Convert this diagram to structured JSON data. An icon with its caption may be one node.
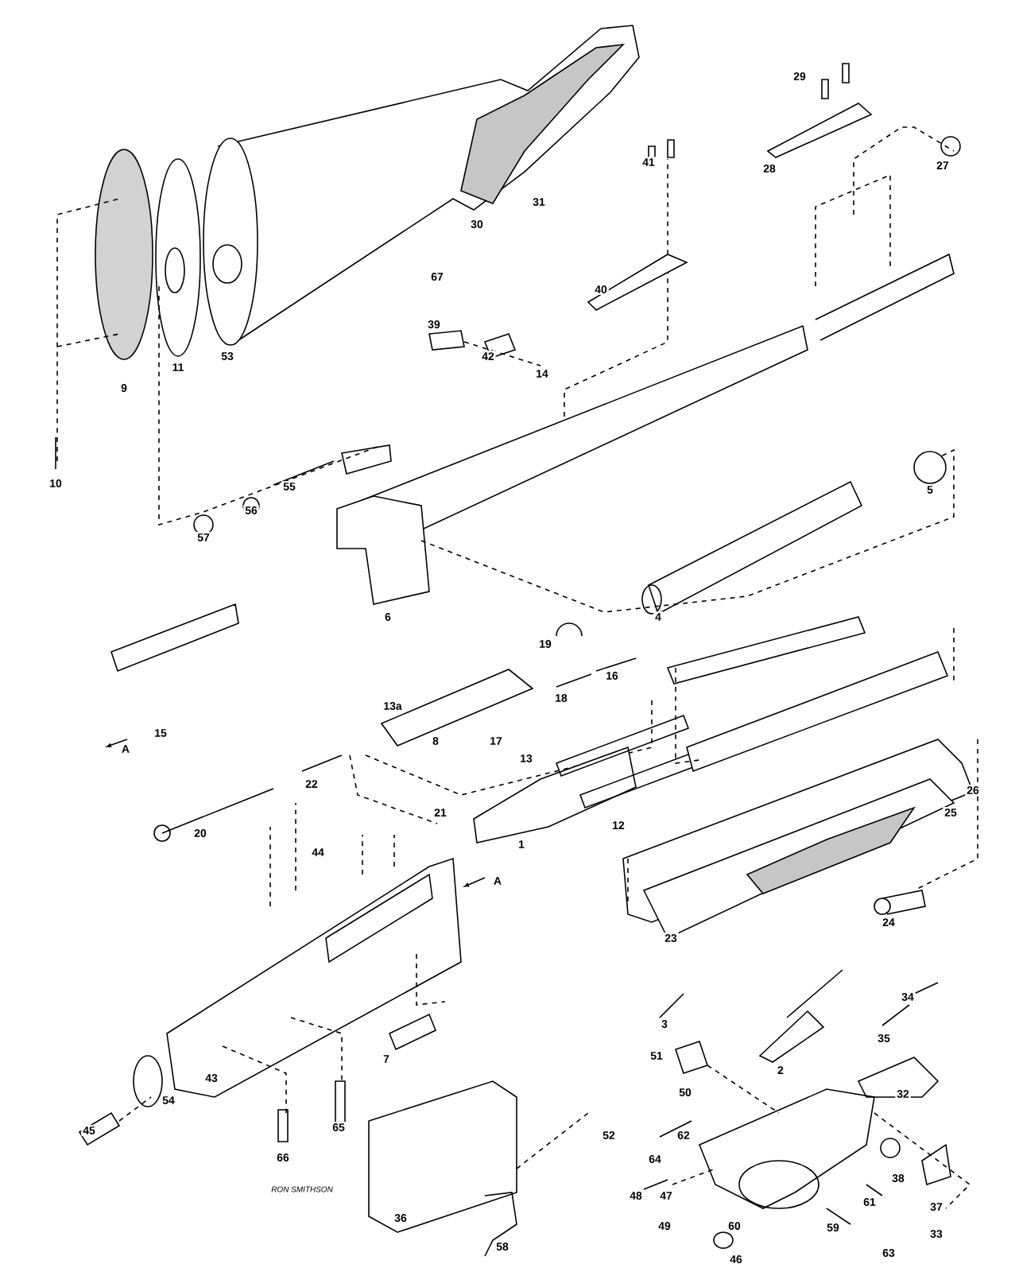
{
  "diagram": {
    "labels": [
      "29",
      "27",
      "28",
      "41",
      "31",
      "30",
      "40",
      "67",
      "39",
      "42",
      "14",
      "11",
      "53",
      "9",
      "10",
      "55",
      "56",
      "57",
      "5",
      "6",
      "4",
      "19",
      "16",
      "13a",
      "18",
      "8",
      "17",
      "13",
      "15",
      "A",
      "22",
      "21",
      "1",
      "12",
      "20",
      "26",
      "25",
      "44",
      "A",
      "24",
      "23",
      "3",
      "34",
      "35",
      "51",
      "2",
      "50",
      "32",
      "7",
      "54",
      "43",
      "45",
      "62",
      "52",
      "64",
      "65",
      "66",
      "38",
      "47",
      "48",
      "37",
      "RON SMITHSON",
      "36",
      "49",
      "60",
      "59",
      "61",
      "33",
      "63",
      "46",
      "58"
    ]
  }
}
